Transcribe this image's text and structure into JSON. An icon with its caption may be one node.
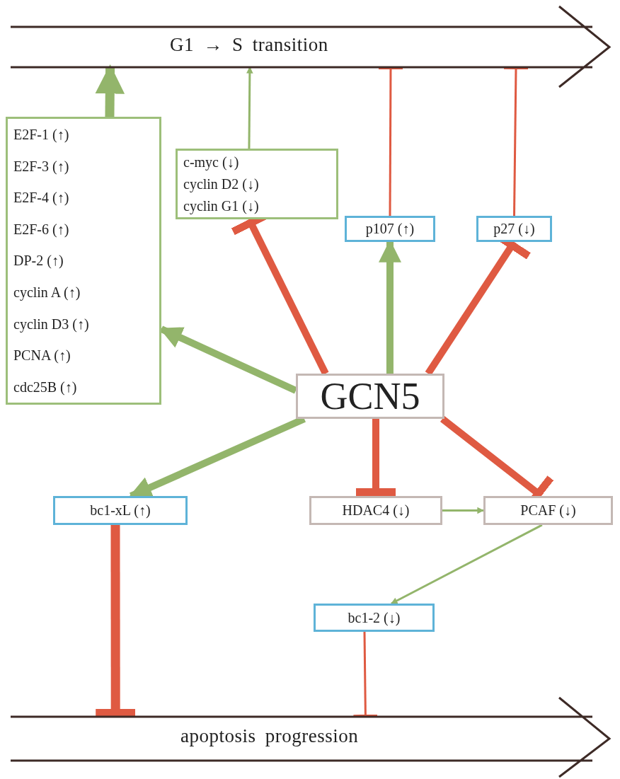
{
  "diagram": {
    "nodes": [
      {
        "text": [
          "G1 → S transition"
        ]
      },
      {
        "text": [
          "E2F-1 (↑)",
          "E2F-3 (↑)",
          "E2F-4 (↑)",
          "E2F-6 (↑)",
          "DP-2 (↑)",
          "cyclin A (↑)",
          "cyclin D3 (↑)",
          "PCNA (↑)",
          "cdc25B (↑)"
        ]
      },
      {
        "text": [
          "c-myc (↓)",
          "cyclin D2 (↓)",
          "cyclin G1 (↓)"
        ]
      },
      {
        "text": [
          "p107 (↑)"
        ]
      },
      {
        "text": [
          "p27 (↓)"
        ]
      },
      {
        "text": [
          "GCN5"
        ]
      },
      {
        "text": [
          "bc1-xL (↑)"
        ]
      },
      {
        "text": [
          "HDAC4 (↓)"
        ]
      },
      {
        "text": [
          "PCAF (↓)"
        ]
      },
      {
        "text": [
          "bc1-2 (↓)"
        ]
      },
      {
        "text": [
          "apoptosis progression"
        ]
      }
    ],
    "edges": [
      {
        "from": 1,
        "to": 0,
        "arrow": "to",
        "color": "#93b56b"
      },
      {
        "from": 2,
        "to": 0,
        "arrow": "to",
        "color": "#93b56b"
      },
      {
        "from": 3,
        "to": 0,
        "arrow": "other"
      },
      {
        "from": 4,
        "to": 0,
        "arrow": "other"
      },
      {
        "from": 5,
        "to": 2,
        "arrow": "other"
      },
      {
        "from": 5,
        "to": 3,
        "arrow": "to",
        "color": "#93b56b"
      },
      {
        "from": 5,
        "to": 4,
        "arrow": "other"
      },
      {
        "from": 5,
        "to": 1,
        "arrow": "to",
        "color": "#93b56b"
      },
      {
        "from": 5,
        "to": 6,
        "arrow": "to",
        "color": "#93b56b"
      },
      {
        "from": 5,
        "to": 7,
        "arrow": "other"
      },
      {
        "from": 5,
        "to": 8,
        "arrow": "other"
      },
      {
        "from": 7,
        "to": 8,
        "arrow": "to",
        "color": "#93b56b"
      },
      {
        "from": 8,
        "to": 9,
        "arrow": "to",
        "color": "#93b56b"
      },
      {
        "from": 6,
        "to": 10,
        "arrow": "other"
      },
      {
        "from": 9,
        "to": 10,
        "arrow": "other"
      }
    ]
  }
}
